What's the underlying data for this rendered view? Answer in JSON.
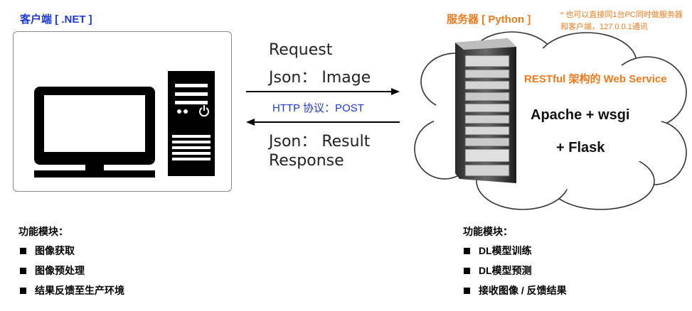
{
  "client": {
    "title": "客户端 [ .NET ]",
    "modules_title": "功能模块：",
    "modules": [
      "图像获取",
      "图像预处理",
      "结果反馈至生产环境"
    ]
  },
  "server": {
    "title": "服务器 [ Python ]",
    "note": "* 也可以直接同1台PC同时做服务器和客户端，127.0.0.1通讯",
    "restful": "RESTful 架构的 Web Service",
    "stack_line1": "Apache + wsgi",
    "stack_line2": "+ Flask",
    "modules_title": "功能模块：",
    "modules": [
      "DL模型训练",
      "DL模型预测",
      "接收图像 / 反馈结果"
    ]
  },
  "link": {
    "request": "Request",
    "request_json": "Json： Image",
    "protocol": "HTTP 协议：POST",
    "response_json": "Json： Result",
    "response": "Response"
  },
  "colors": {
    "client_accent": "#1f39d6",
    "server_accent": "#f07a1e"
  }
}
